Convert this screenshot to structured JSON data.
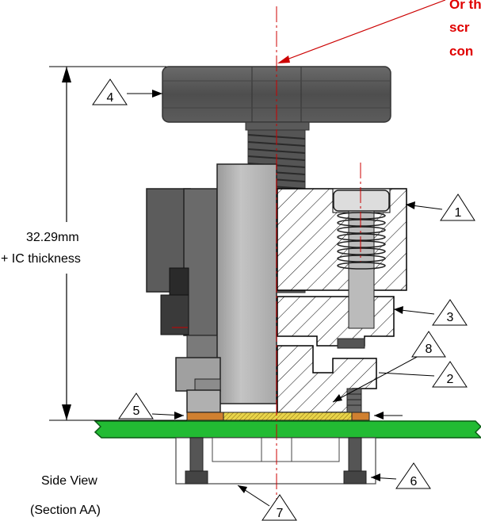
{
  "note": {
    "lines": [
      "Or th",
      "scr",
      "con"
    ],
    "color": "#e00000"
  },
  "dimension": {
    "line1": "32.29mm",
    "line2": "+ IC thickness"
  },
  "caption": {
    "line1": "Side View",
    "line2": "(Section AA)"
  },
  "callouts": [
    "1",
    "2",
    "3",
    "4",
    "5",
    "6",
    "7",
    "8"
  ],
  "colors": {
    "board": "#22bb33",
    "part_dark": "#5a5a5a",
    "part_mid": "#888888",
    "part_light": "#b4b4b4",
    "contact": "#d08030",
    "ic": "#e8d44a",
    "centerline": "#cc0000"
  }
}
